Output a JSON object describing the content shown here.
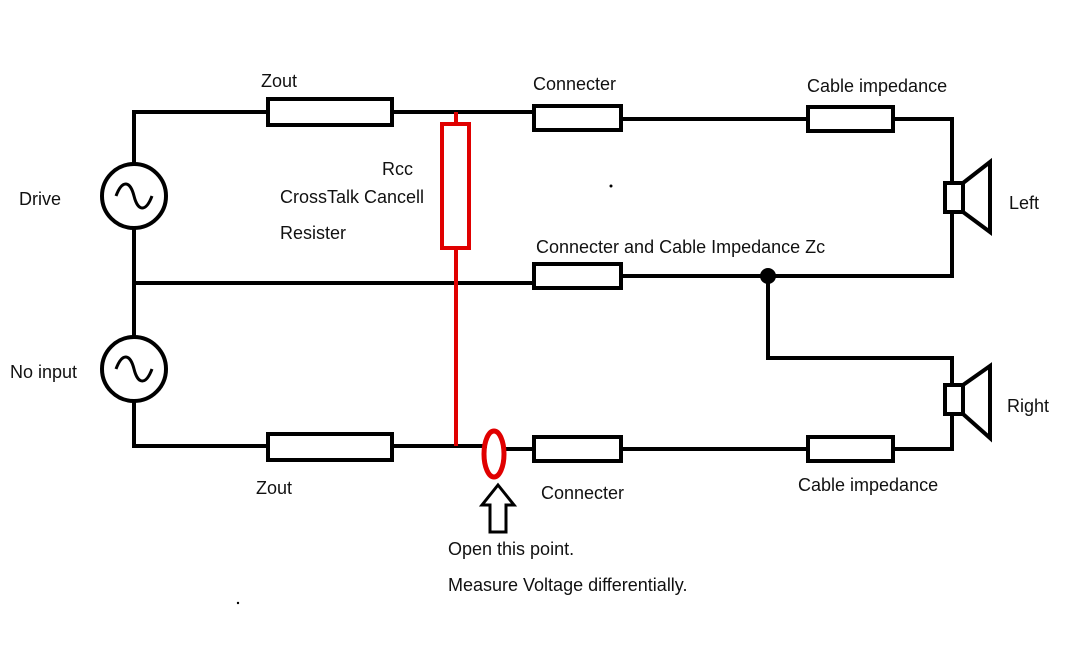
{
  "labels": {
    "zout_top": "Zout",
    "zout_bottom": "Zout",
    "connecter_top": "Connecter",
    "connecter_bottom": "Connecter",
    "cable_impedance_top": "Cable impedance",
    "cable_impedance_bottom": "Cable impedance",
    "connecter_cable_zc": "Connecter and Cable Impedance Zc",
    "drive": "Drive",
    "no_input": "No input",
    "left": "Left",
    "right": "Right",
    "rcc": "Rcc",
    "crosstalk_cancell": "CrossTalk Cancell",
    "resister": "Resister",
    "open_point": "Open this point.",
    "measure": "Measure Voltage differentially."
  },
  "colors": {
    "wire": "#000000",
    "highlight": "#e00000"
  }
}
